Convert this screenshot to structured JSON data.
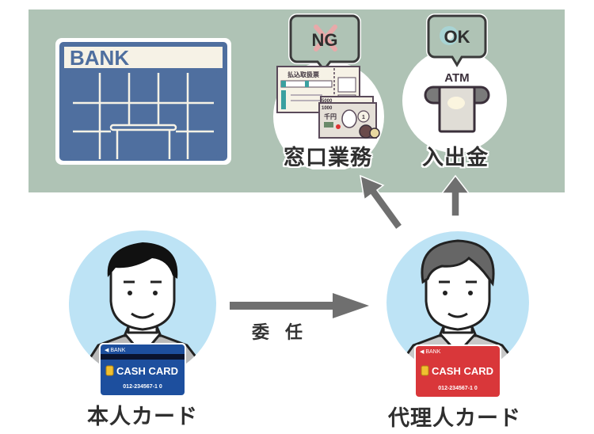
{
  "bank": {
    "sign_text": "BANK",
    "colors": {
      "frame": "#4f6f9f",
      "sign_bg": "#f6f2e6",
      "panel_bg": "#afc3b5"
    }
  },
  "services": [
    {
      "id": "counter",
      "label": "窓口業務",
      "status_bubble": "NG",
      "status_color": "#e8a9a9",
      "illustration": {
        "form_title": "払込取扱票",
        "bill_top": "5000",
        "bill_front": "1000",
        "bill_label": "千円",
        "coin_mark": "1"
      }
    },
    {
      "id": "atm",
      "label": "入出金",
      "status_bubble": "OK",
      "status_color": "#a8d4d4",
      "illustration": {
        "machine_label": "ATM"
      }
    }
  ],
  "people": [
    {
      "id": "principal",
      "label": "本人カード",
      "card": {
        "bank": "◀ BANK",
        "title": "CASH CARD",
        "number": "012-234567-1 0",
        "color": "#1d4f9e"
      }
    },
    {
      "id": "agent",
      "label": "代理人カード",
      "card": {
        "bank": "◀ BANK",
        "title": "CASH CARD",
        "number": "012-234567-1 0",
        "color": "#d9373a"
      }
    }
  ],
  "delegation": {
    "label": "委任",
    "arrow_color": "#6f6f6f"
  }
}
